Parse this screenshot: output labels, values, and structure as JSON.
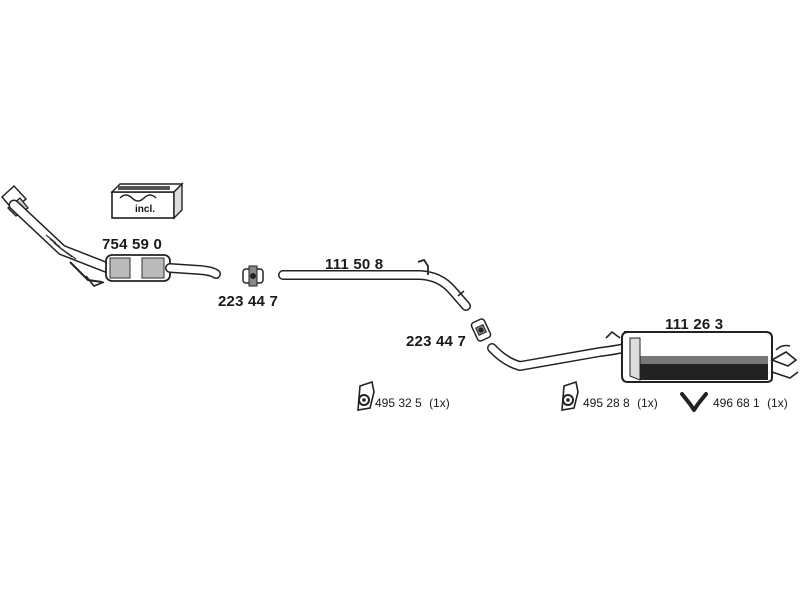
{
  "parts": {
    "front_pipe_cat": {
      "number": "754 59 0"
    },
    "clamp_1": {
      "number": "223 44 7"
    },
    "middle_pipe": {
      "number": "111 50 8"
    },
    "clamp_2": {
      "number": "223 44 7"
    },
    "rear_silencer": {
      "number": "111 26 3"
    }
  },
  "mounting_kit": {
    "label": "incl."
  },
  "hangers": [
    {
      "number": "495 32 5",
      "qty": "(1x)"
    },
    {
      "number": "495 28 8",
      "qty": "(1x)"
    },
    {
      "number": "496 68 1",
      "qty": "(1x)"
    }
  ]
}
